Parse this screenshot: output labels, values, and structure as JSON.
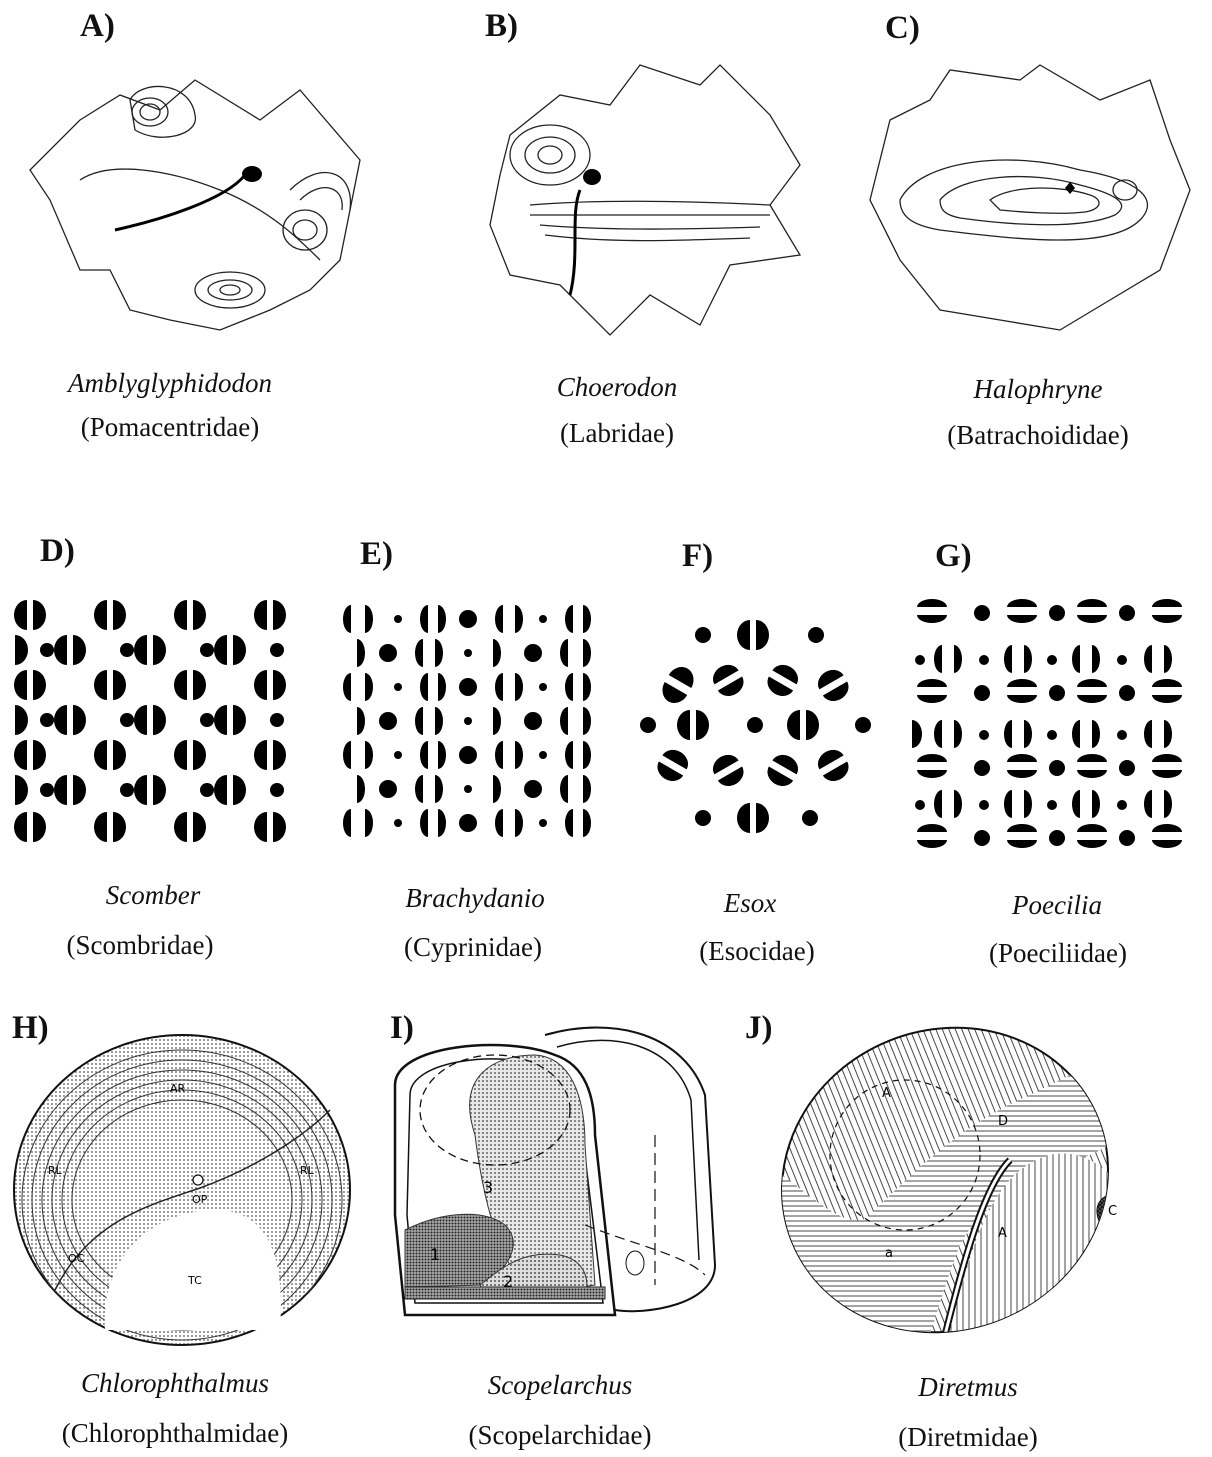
{
  "panels": [
    {
      "label": "A)",
      "genus": "Amblyglyphidodon",
      "family": "(Pomacentridae)"
    },
    {
      "label": "B)",
      "genus": "Choerodon",
      "family": "(Labridae)"
    },
    {
      "label": "C)",
      "genus": "Halophryne",
      "family": "(Batrachoididae)"
    },
    {
      "label": "D)",
      "genus": "Scomber",
      "family": "(Scombridae)"
    },
    {
      "label": "E)",
      "genus": "Brachydanio",
      "family": "(Cyprinidae)"
    },
    {
      "label": "F)",
      "genus": "Esox",
      "family": "(Esocidae)"
    },
    {
      "label": "G)",
      "genus": "Poecilia",
      "family": "(Poeciliidae)"
    },
    {
      "label": "H)",
      "genus": "Chlorophthalmus",
      "family": "(Chlorophthalmidae)"
    },
    {
      "label": "I)",
      "genus": "Scopelarchus",
      "family": "(Scopelarchidae)"
    },
    {
      "label": "J)",
      "genus": "Diretmus",
      "family": "(Diretmidae)"
    }
  ],
  "annotations": {
    "h": {
      "ar": "AR",
      "rl": "RL",
      "rr": "RL",
      "op": "OP",
      "oc": "OC",
      "tc": "TC"
    },
    "i": {
      "one": "1",
      "two": "2",
      "three": "3"
    },
    "j": {
      "a1": "A",
      "a2": "A",
      "d": "D",
      "c": "C",
      "a_lower": "a"
    }
  }
}
